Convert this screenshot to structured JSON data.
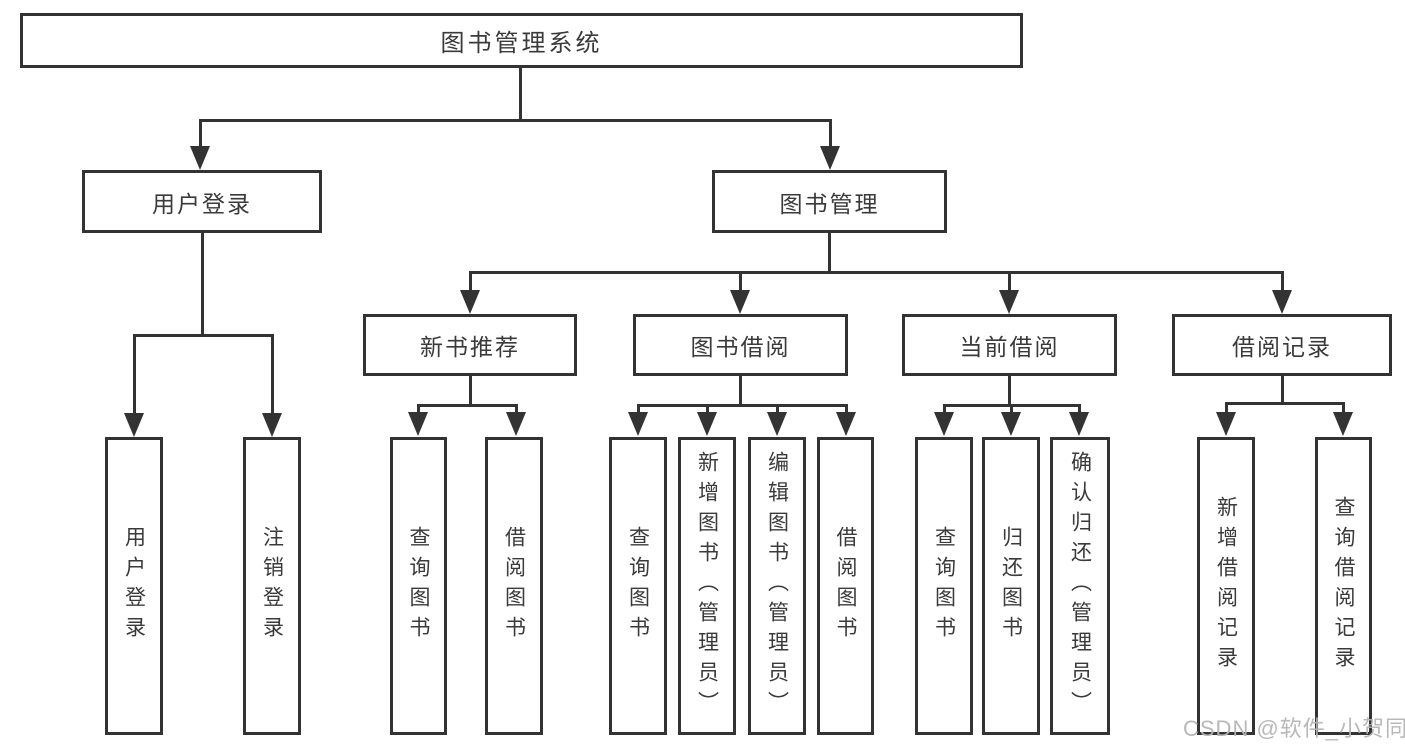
{
  "tree": {
    "root": "图书管理系统",
    "branches": [
      {
        "label": "用户登录",
        "children": [
          "用户登录",
          "注销登录"
        ]
      },
      {
        "label": "图书管理",
        "children": [
          {
            "label": "新书推荐",
            "children": [
              "查询图书",
              "借阅图书"
            ]
          },
          {
            "label": "图书借阅",
            "children": [
              "查询图书",
              "新增图书（管理员）",
              "编辑图书（管理员）",
              "借阅图书"
            ]
          },
          {
            "label": "当前借阅",
            "children": [
              "查询图书",
              "归还图书",
              "确认归还（管理员）"
            ]
          },
          {
            "label": "借阅记录",
            "children": [
              "新增借阅记录",
              "查询借阅记录"
            ]
          }
        ]
      }
    ]
  },
  "watermark": {
    "text": "CSDN @软件_小贺同学"
  },
  "colors": {
    "border": "#333333",
    "text": "#3a3a3a",
    "connector": "#333333",
    "watermark": "#b4b4b4",
    "background": "#ffffff"
  }
}
